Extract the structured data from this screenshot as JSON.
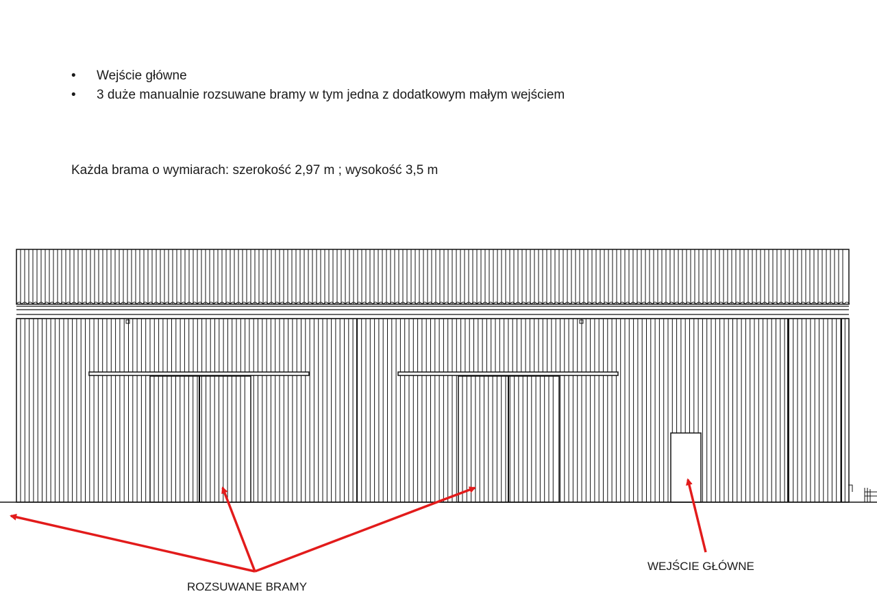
{
  "bullets": [
    "Wejście główne",
    "3 duże manualnie rozsuwane bramy w tym jedna z dodatkowym małym wejściem"
  ],
  "bullet_glyph": "•",
  "dimensions_text": "Każda brama o wymiarach: szerokość 2,97 m ; wysokość 3,5 m",
  "labels": {
    "sliding_gates": "ROZSUWANE BRAMY",
    "main_entrance": "WEJŚCIE GŁÓWNE"
  },
  "colors": {
    "line": "#111111",
    "arrow": "#e21b1b"
  }
}
